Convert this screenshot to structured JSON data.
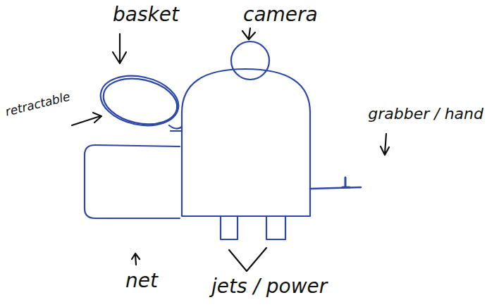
{
  "diagram": {
    "labels": [
      "basket",
      "camera",
      "retractable",
      "grabber / hand",
      "net",
      "jets / power"
    ]
  }
}
